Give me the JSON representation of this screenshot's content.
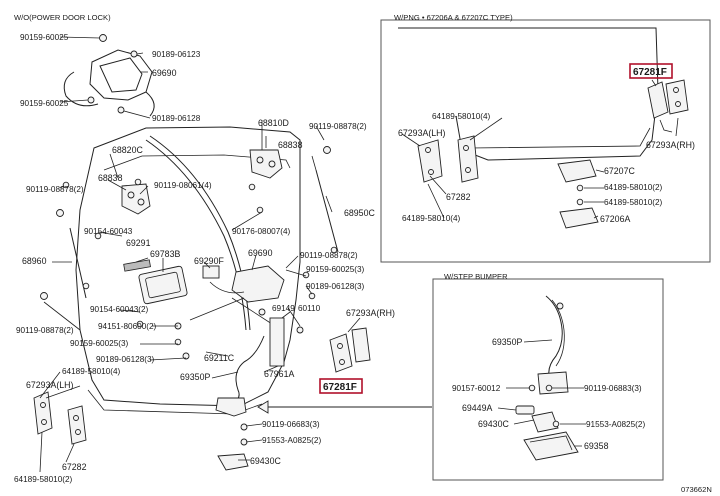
{
  "section_captions": {
    "no_power_door_lock": "W/O(POWER DOOR LOCK)",
    "wiping_type": "W/PNG • 67206A & 67207C TYPE)",
    "wo_step_bumper": "W/STEP BUMPER"
  },
  "diagram_code": "073662N",
  "highlighted_part": "67281F",
  "labels": [
    {
      "id": "l01",
      "text": "90159-60025"
    },
    {
      "id": "l02",
      "text": "90189-06123"
    },
    {
      "id": "l03",
      "text": "69690"
    },
    {
      "id": "l04",
      "text": "90159-60025"
    },
    {
      "id": "l05",
      "text": "90189-06128"
    },
    {
      "id": "l06",
      "text": "68810D"
    },
    {
      "id": "l07",
      "text": "68838"
    },
    {
      "id": "l08",
      "text": "90119-08878(2)"
    },
    {
      "id": "l09",
      "text": "68820C"
    },
    {
      "id": "l10",
      "text": "68838"
    },
    {
      "id": "l11",
      "text": "90119-08061(4)"
    },
    {
      "id": "l12",
      "text": "90119-08878(2)"
    },
    {
      "id": "l13",
      "text": "68950C"
    },
    {
      "id": "l14",
      "text": "90176-08007(4)"
    },
    {
      "id": "l15",
      "text": "90154-60043"
    },
    {
      "id": "l16",
      "text": "69291"
    },
    {
      "id": "l17",
      "text": "69783B"
    },
    {
      "id": "l18",
      "text": "69690"
    },
    {
      "id": "l19",
      "text": "68960"
    },
    {
      "id": "l20",
      "text": "69290F"
    },
    {
      "id": "l21",
      "text": "90119-08878(2)"
    },
    {
      "id": "l22",
      "text": "90159-60025(3)"
    },
    {
      "id": "l23",
      "text": "90154-60043(2)"
    },
    {
      "id": "l24",
      "text": "90189-06128(3)"
    },
    {
      "id": "l25",
      "text": "90119-08878(2)"
    },
    {
      "id": "l26",
      "text": "94151-80600(2)"
    },
    {
      "id": "l27",
      "text": "69149"
    },
    {
      "id": "l28",
      "text": "60110"
    },
    {
      "id": "l29",
      "text": "67293A(RH)"
    },
    {
      "id": "l30",
      "text": "90159-60025(3)"
    },
    {
      "id": "l31",
      "text": "69211C"
    },
    {
      "id": "l32",
      "text": "90189-06128(3)"
    },
    {
      "id": "l33",
      "text": "64189-58010(4)"
    },
    {
      "id": "l34",
      "text": "69350P"
    },
    {
      "id": "l35",
      "text": "67961A"
    },
    {
      "id": "l36",
      "text": "67293A(LH)"
    },
    {
      "id": "l37",
      "text": "90119-06683(3)"
    },
    {
      "id": "l38",
      "text": "91553-A0825(2)"
    },
    {
      "id": "l39",
      "text": "69430C"
    },
    {
      "id": "l40",
      "text": "64189-58010(2)"
    },
    {
      "id": "l41",
      "text": "67282"
    },
    {
      "id": "l42",
      "text": "64189-58010(4)"
    },
    {
      "id": "l43",
      "text": "67293A(LH)"
    },
    {
      "id": "l44",
      "text": "67293A(RH)"
    },
    {
      "id": "l45",
      "text": "67207C"
    },
    {
      "id": "l46",
      "text": "64189-58010(2)"
    },
    {
      "id": "l47",
      "text": "64189-58010(2)"
    },
    {
      "id": "l48",
      "text": "67206A"
    },
    {
      "id": "l49",
      "text": "67282"
    },
    {
      "id": "l50",
      "text": "64189-58010(4)"
    },
    {
      "id": "l51",
      "text": "69350P"
    },
    {
      "id": "l52",
      "text": "90157-60012"
    },
    {
      "id": "l53",
      "text": "90119-06883(3)"
    },
    {
      "id": "l54",
      "text": "69449A"
    },
    {
      "id": "l55",
      "text": "69430C"
    },
    {
      "id": "l56",
      "text": "91553-A0825(2)"
    },
    {
      "id": "l57",
      "text": "69358"
    }
  ]
}
